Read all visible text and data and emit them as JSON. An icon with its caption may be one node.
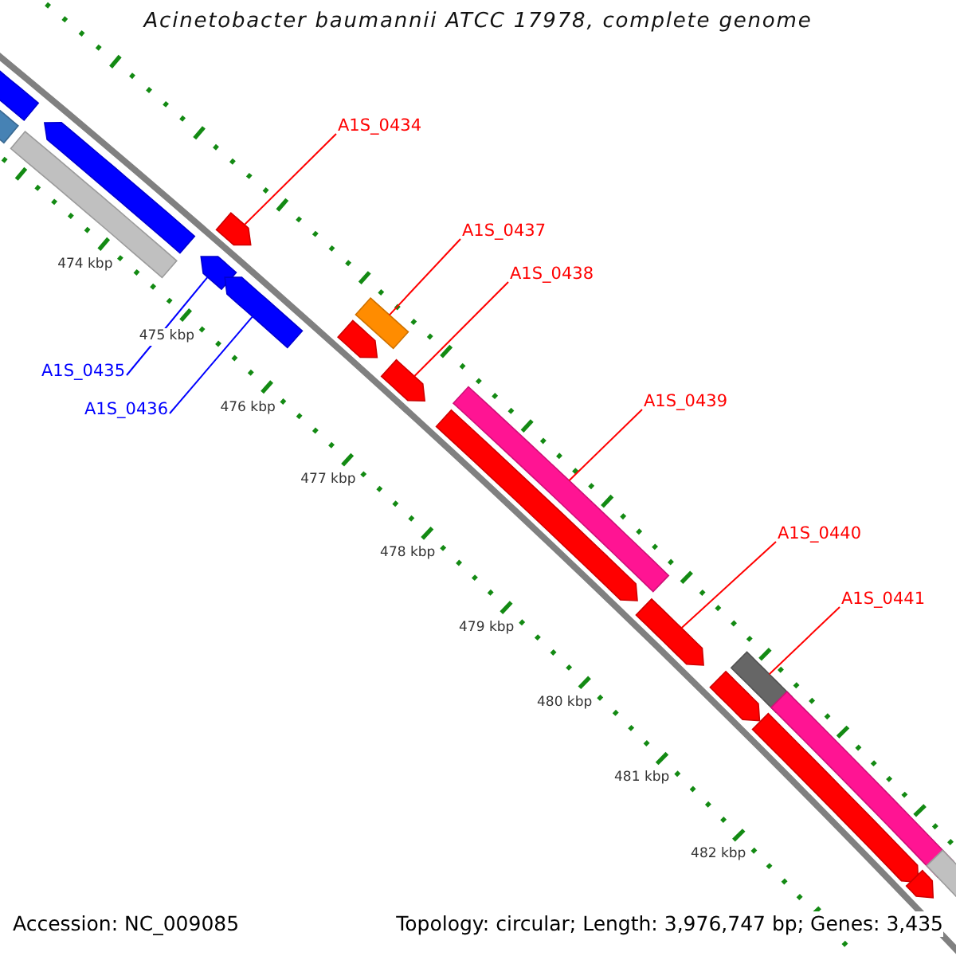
{
  "diagram": {
    "title": "Acinetobacter baumannii ATCC 17978, complete genome",
    "nodes": [
      {
        "text": [
          "A1S_0434"
        ]
      },
      {
        "text": [
          "A1S_0437"
        ]
      },
      {
        "text": [
          "A1S_0438"
        ]
      },
      {
        "text": [
          "A1S_0435"
        ]
      },
      {
        "text": [
          "A1S_0436"
        ]
      },
      {
        "text": [
          "A1S_0439"
        ]
      },
      {
        "text": [
          "A1S_0440"
        ]
      },
      {
        "text": [
          "A1S_0441"
        ]
      },
      {
        "text": [],
        "shape": "pentagon"
      },
      {
        "text": [],
        "shape": "bar"
      },
      {
        "text": [],
        "shape": "bar"
      },
      {
        "text": [],
        "shape": "pentagon"
      },
      {
        "text": [],
        "shape": "pentagon"
      },
      {
        "text": [],
        "shape": "pentagon"
      },
      {
        "text": [],
        "shape": "pentagon"
      },
      {
        "text": [],
        "shape": "pentagon"
      },
      {
        "text": [],
        "shape": "bar"
      },
      {
        "text": [],
        "shape": "pentagon"
      },
      {
        "text": [],
        "shape": "pentagon"
      },
      {
        "text": [],
        "shape": "bar"
      },
      {
        "text": [],
        "shape": "pentagon"
      },
      {
        "text": [],
        "shape": "pentagon"
      },
      {
        "text": [],
        "shape": "bar"
      },
      {
        "text": [],
        "shape": "pentagon"
      },
      {
        "text": [],
        "shape": "bar"
      },
      {
        "text": [],
        "shape": "pentagon"
      },
      {
        "text": [],
        "shape": "bar"
      }
    ],
    "edges": [
      {
        "from": 0,
        "to": 13,
        "arrow": "none"
      },
      {
        "from": 1,
        "to": 16,
        "arrow": "none"
      },
      {
        "from": 2,
        "to": 17,
        "arrow": "none"
      },
      {
        "from": 3,
        "to": 12,
        "arrow": "none",
        "color": "#0000ff"
      },
      {
        "from": 4,
        "to": 14,
        "arrow": "none",
        "color": "#0000ff"
      },
      {
        "from": 5,
        "to": 19,
        "arrow": "none"
      },
      {
        "from": 6,
        "to": 20,
        "arrow": "none"
      },
      {
        "from": 7,
        "to": 22,
        "arrow": "none"
      }
    ],
    "labels": [
      "474 kbp",
      "475 kbp",
      "476 kbp",
      "477 kbp",
      "478 kbp",
      "479 kbp",
      "480 kbp",
      "481 kbp",
      "482 kbp",
      "Accession: NC_009085",
      "Topology: circular; Length: 3,976,747 bp; Genes: 3,435"
    ]
  }
}
